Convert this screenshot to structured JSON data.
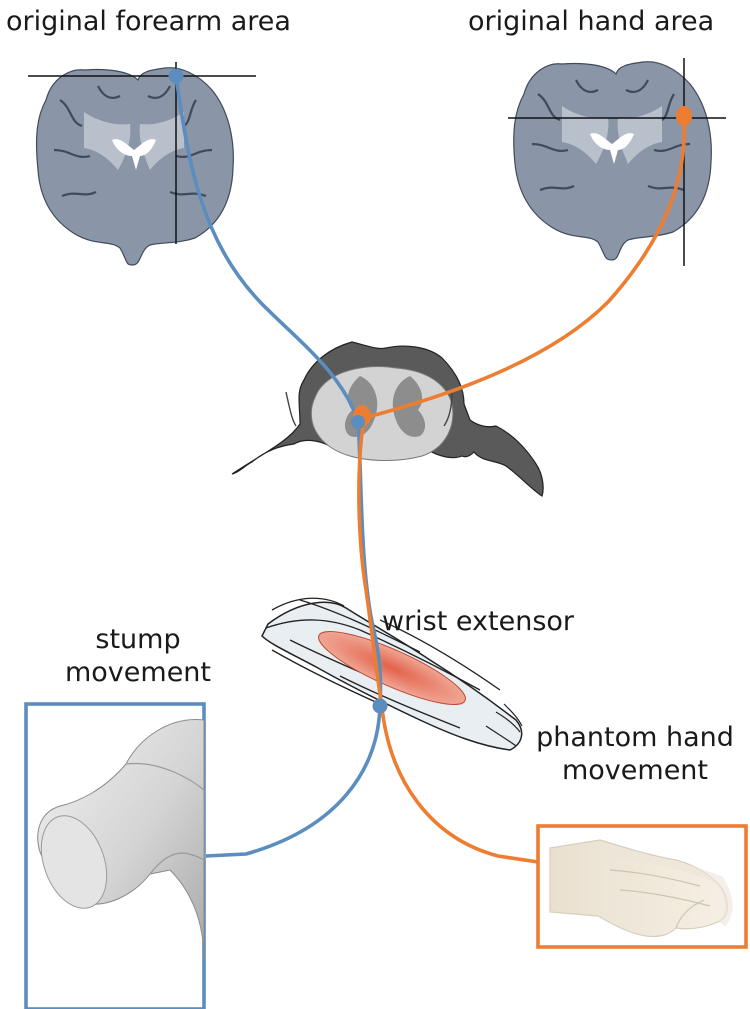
{
  "labels": {
    "forearm_area": "original forearm area",
    "hand_area": "original hand area",
    "wrist_extensor": "wrist extensor",
    "stump_line1": "stump",
    "stump_line2": "movement",
    "phantom_line1": "phantom hand",
    "phantom_line2": "movement"
  },
  "colors": {
    "stump_pathway": "#5b8dbf",
    "phantom_pathway": "#ed7d31",
    "box_stump": "#5b8dbf",
    "box_phantom": "#ed7d31",
    "brain_tissue": "#8a95a8",
    "spinal_cord": "#9a9a9a",
    "muscle": "#e98873"
  },
  "icons": {
    "brain_left": "coronal-brain-slice",
    "brain_right": "coronal-brain-slice",
    "spinal_cord": "spinal-cord-cross-section",
    "muscle": "forearm-muscle-illustration",
    "stump": "arm-stump-render",
    "phantom_hand": "hand-render"
  }
}
